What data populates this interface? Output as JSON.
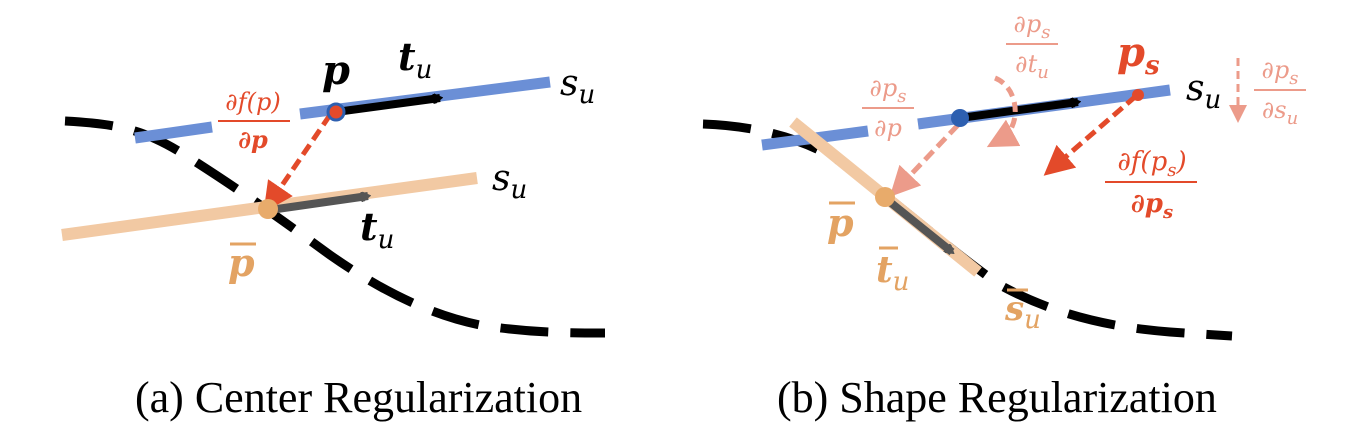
{
  "colors": {
    "curve": "#000000",
    "blue_line": "#6b8fd6",
    "orange_line": "#f2c9a3",
    "orange_text": "#e3a363",
    "red": "#e34a2a",
    "red_faded": "#ec9b8a",
    "arrow_black": "#000000",
    "arrow_gray": "#555555",
    "blue_dot": "#2d5fb0",
    "red_dot": "#e34a2a",
    "orange_dot": "#e8ab6b"
  },
  "panel_a": {
    "caption": "(a) Center Regularization",
    "label_p": "p",
    "label_tu_top": "t",
    "label_tu_top_sub": "u",
    "label_su_top": "s",
    "label_su_top_sub": "u",
    "label_su_bottom": "s",
    "label_su_bottom_sub": "u",
    "label_tu_bottom": "t",
    "label_tu_bottom_sub": "u",
    "label_pbar": "p",
    "grad_num": "∂f(p)",
    "grad_den": "∂p"
  },
  "panel_b": {
    "caption": "(b) Shape Regularization",
    "label_ps": "p",
    "label_ps_sub": "s",
    "label_su": "s",
    "label_su_sub": "u",
    "label_pbar": "p",
    "label_tbar": "t",
    "label_tbar_sub": "u",
    "label_sbar": "s",
    "label_sbar_sub": "u",
    "dps_dtu_num": "∂p",
    "dps_dtu_num_sub": "s",
    "dps_dtu_den": "∂t",
    "dps_dtu_den_sub": "u",
    "dps_dp_num": "∂p",
    "dps_dp_num_sub": "s",
    "dps_dp_den": "∂p",
    "dps_dsu_num": "∂p",
    "dps_dsu_num_sub": "s",
    "dps_dsu_den": "∂s",
    "dps_dsu_den_sub": "u",
    "grad_num": "∂f(p",
    "grad_num_sub": "s",
    "grad_num_close": ")",
    "grad_den": "∂p",
    "grad_den_sub": "s"
  }
}
